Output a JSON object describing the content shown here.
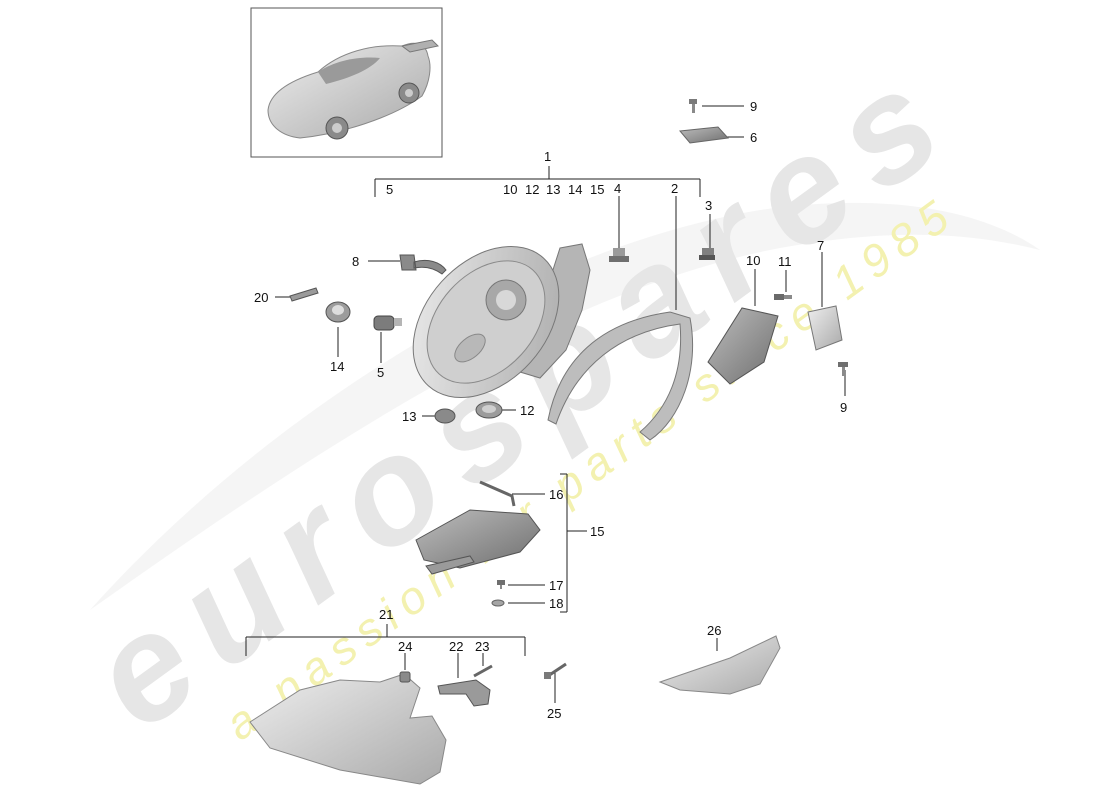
{
  "diagram": {
    "watermark": {
      "brand": "eurospares",
      "tagline": "a passion for parts since 1985",
      "brand_color": "#e4e4e4",
      "tagline_color": "#f2f0a8"
    },
    "part_color": "#c8c8c8",
    "line_color": "#222222",
    "callouts": [
      "1",
      "2",
      "3",
      "4",
      "5",
      "5",
      "6",
      "7",
      "8",
      "9",
      "9",
      "10",
      "10",
      "11",
      "12",
      "12",
      "13",
      "13",
      "14",
      "14",
      "15",
      "15",
      "16",
      "17",
      "18",
      "20",
      "21",
      "22",
      "23",
      "24",
      "25",
      "26"
    ]
  }
}
